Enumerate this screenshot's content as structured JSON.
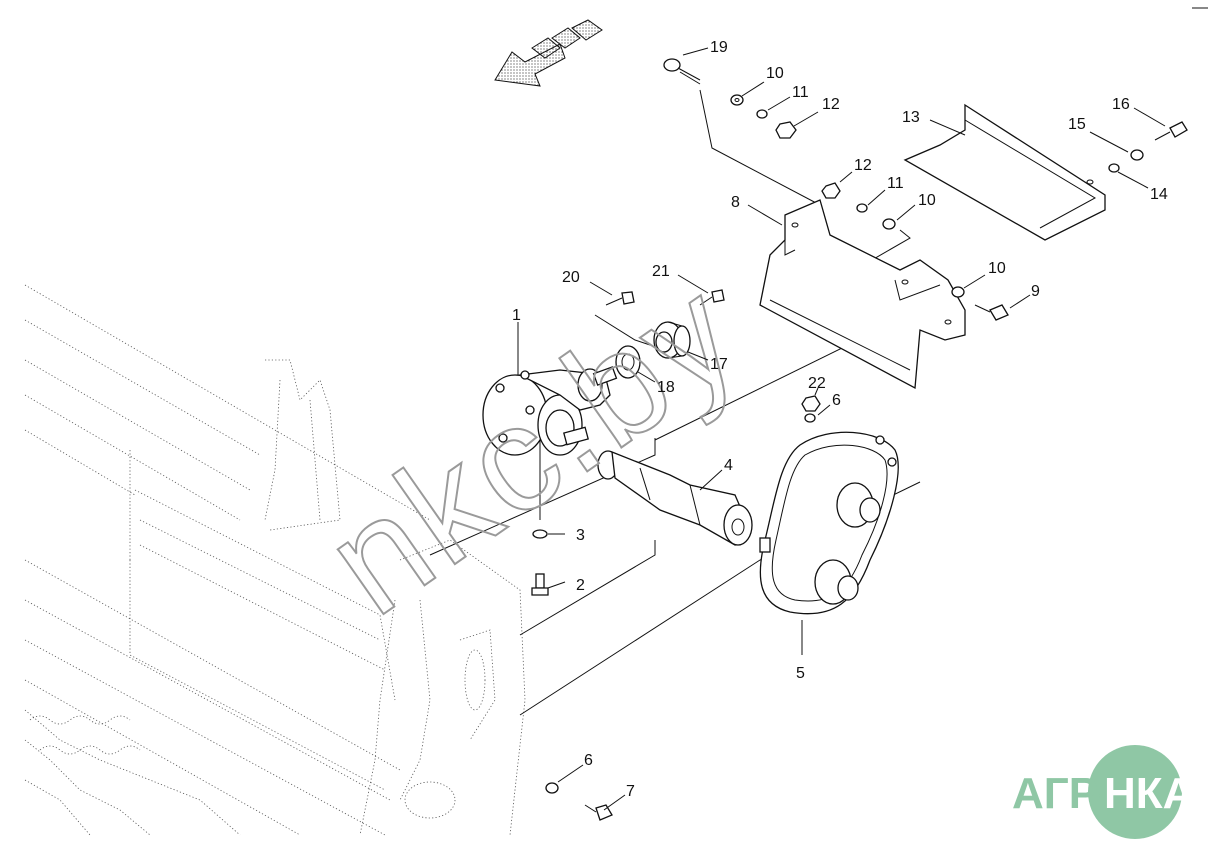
{
  "diagram": {
    "callouts": [
      {
        "id": "c1",
        "text": "1"
      },
      {
        "id": "c2",
        "text": "2"
      },
      {
        "id": "c3",
        "text": "3"
      },
      {
        "id": "c4",
        "text": "4"
      },
      {
        "id": "c5",
        "text": "5"
      },
      {
        "id": "c6a",
        "text": "6"
      },
      {
        "id": "c6b",
        "text": "6"
      },
      {
        "id": "c7",
        "text": "7"
      },
      {
        "id": "c8",
        "text": "8"
      },
      {
        "id": "c9",
        "text": "9"
      },
      {
        "id": "c10a",
        "text": "10"
      },
      {
        "id": "c10b",
        "text": "10"
      },
      {
        "id": "c10c",
        "text": "10"
      },
      {
        "id": "c11a",
        "text": "11"
      },
      {
        "id": "c11b",
        "text": "11"
      },
      {
        "id": "c12a",
        "text": "12"
      },
      {
        "id": "c12b",
        "text": "12"
      },
      {
        "id": "c13",
        "text": "13"
      },
      {
        "id": "c14",
        "text": "14"
      },
      {
        "id": "c15",
        "text": "15"
      },
      {
        "id": "c16",
        "text": "16"
      },
      {
        "id": "c17",
        "text": "17"
      },
      {
        "id": "c18",
        "text": "18"
      },
      {
        "id": "c19",
        "text": "19"
      },
      {
        "id": "c20",
        "text": "20"
      },
      {
        "id": "c21",
        "text": "21"
      },
      {
        "id": "c22",
        "text": "22"
      }
    ],
    "direction_arrow_icon": "direction-arrow-icon"
  },
  "watermark": {
    "text": "nkc.by"
  },
  "logo": {
    "left_text": "АГРО",
    "right_text": "НКА",
    "color": "#8fc7a5"
  }
}
